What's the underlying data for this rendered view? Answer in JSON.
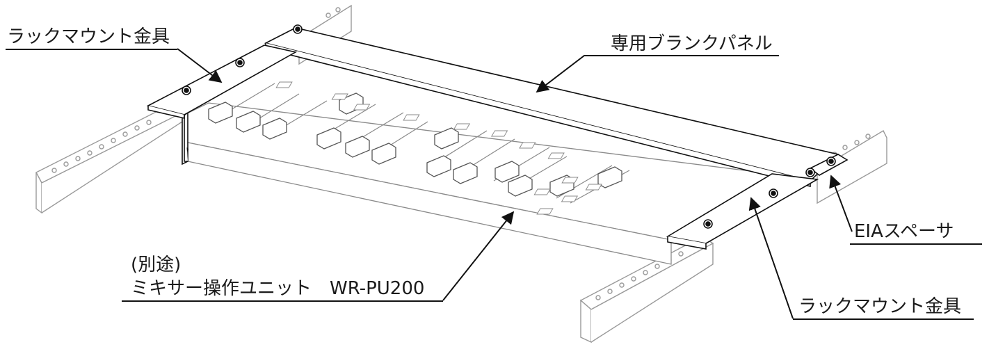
{
  "labels": {
    "rack_bracket_left": "ラックマウント金具",
    "blank_panel": "専用ブランクパネル",
    "eia_spacer": "EIAスペーサ",
    "rack_bracket_right": "ラックマウント金具",
    "mixer_note": "(別途)",
    "mixer_unit": "ミキサー操作ユニット　WR-PU200"
  },
  "colors": {
    "ink": "#111111",
    "rail": "#9a9a9a",
    "panel": "#ffffff"
  }
}
